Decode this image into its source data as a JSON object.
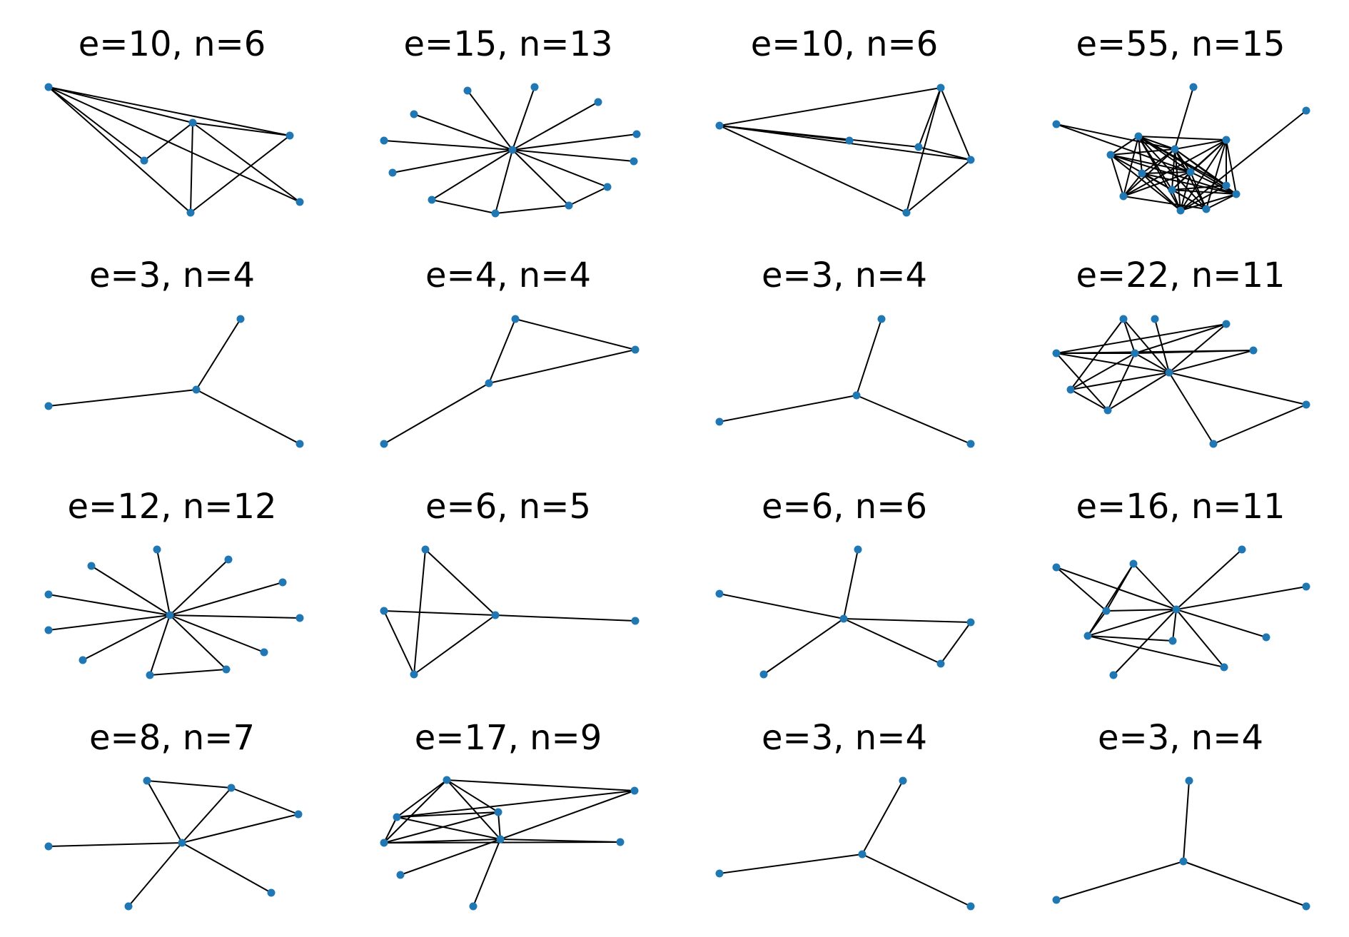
{
  "style": {
    "node_color": "#1f77b4",
    "edge_color": "#000000",
    "background": "#ffffff"
  },
  "panels": [
    {
      "title": "e=10, n=6",
      "nodes": [
        [
          0,
          0
        ],
        [
          1,
          0
        ],
        [
          2,
          0
        ],
        [
          3,
          0
        ],
        [
          4,
          0
        ],
        [
          5,
          0
        ]
      ],
      "edges": [
        [
          0,
          1
        ],
        [
          0,
          2
        ],
        [
          1,
          2
        ],
        [
          1,
          3
        ],
        [
          1,
          4
        ],
        [
          1,
          5
        ],
        [
          2,
          3
        ],
        [
          2,
          4
        ],
        [
          2,
          5
        ],
        [
          3,
          4
        ]
      ]
    },
    {
      "title": "e=15, n=13",
      "nodes": [
        [
          0,
          0
        ],
        [
          1,
          0
        ],
        [
          2,
          0
        ],
        [
          3,
          0
        ],
        [
          4,
          0
        ],
        [
          5,
          0
        ],
        [
          6,
          0
        ],
        [
          7,
          0
        ],
        [
          8,
          0
        ],
        [
          9,
          0
        ],
        [
          10,
          0
        ],
        [
          11,
          0
        ],
        [
          12,
          0
        ]
      ],
      "edges": [
        [
          0,
          1
        ],
        [
          0,
          2
        ],
        [
          0,
          3
        ],
        [
          0,
          4
        ],
        [
          0,
          5
        ],
        [
          0,
          6
        ],
        [
          0,
          7
        ],
        [
          0,
          8
        ],
        [
          0,
          9
        ],
        [
          0,
          10
        ],
        [
          0,
          11
        ],
        [
          0,
          12
        ],
        [
          8,
          9
        ],
        [
          9,
          10
        ],
        [
          10,
          11
        ]
      ]
    },
    {
      "title": "e=10, n=6",
      "nodes": [
        [
          0,
          0
        ],
        [
          1,
          0
        ],
        [
          2,
          0
        ],
        [
          3,
          0
        ],
        [
          4,
          0
        ],
        [
          5,
          0
        ]
      ],
      "edges": [
        [
          0,
          1
        ],
        [
          1,
          2
        ],
        [
          1,
          3
        ],
        [
          1,
          4
        ],
        [
          1,
          5
        ],
        [
          2,
          3
        ],
        [
          2,
          4
        ],
        [
          2,
          5
        ],
        [
          3,
          4
        ],
        [
          4,
          5
        ]
      ]
    },
    {
      "title": "e=55, n=15",
      "nodes": [
        [
          0,
          0
        ],
        [
          1,
          0
        ],
        [
          2,
          0
        ],
        [
          3,
          0
        ],
        [
          4,
          0
        ],
        [
          5,
          0
        ],
        [
          6,
          0
        ],
        [
          7,
          0
        ],
        [
          8,
          0
        ],
        [
          9,
          0
        ],
        [
          10,
          0
        ],
        [
          11,
          0
        ],
        [
          12,
          0
        ],
        [
          13,
          0
        ],
        [
          14,
          0
        ]
      ],
      "edges": [
        [
          0,
          1
        ],
        [
          0,
          2
        ],
        [
          0,
          3
        ],
        [
          0,
          4
        ],
        [
          0,
          5
        ],
        [
          0,
          6
        ],
        [
          0,
          7
        ],
        [
          0,
          8
        ],
        [
          0,
          9
        ],
        [
          0,
          10
        ],
        [
          0,
          11
        ],
        [
          0,
          12
        ],
        [
          0,
          13
        ],
        [
          1,
          2
        ],
        [
          1,
          3
        ],
        [
          1,
          4
        ],
        [
          1,
          5
        ],
        [
          1,
          6
        ],
        [
          1,
          7
        ],
        [
          1,
          8
        ],
        [
          1,
          9
        ],
        [
          1,
          10
        ],
        [
          1,
          11
        ],
        [
          2,
          3
        ],
        [
          2,
          5
        ],
        [
          2,
          6
        ],
        [
          2,
          7
        ],
        [
          2,
          8
        ],
        [
          2,
          9
        ],
        [
          2,
          10
        ],
        [
          2,
          11
        ],
        [
          2,
          12
        ],
        [
          3,
          4
        ],
        [
          3,
          5
        ],
        [
          3,
          7
        ],
        [
          3,
          9
        ],
        [
          3,
          10
        ],
        [
          3,
          11
        ],
        [
          4,
          5
        ],
        [
          4,
          9
        ],
        [
          5,
          6
        ],
        [
          5,
          8
        ],
        [
          5,
          9
        ],
        [
          5,
          11
        ],
        [
          5,
          14
        ],
        [
          6,
          7
        ],
        [
          6,
          10
        ],
        [
          6,
          11
        ],
        [
          7,
          8
        ],
        [
          7,
          10
        ],
        [
          8,
          9
        ],
        [
          8,
          11
        ],
        [
          9,
          10
        ],
        [
          9,
          11
        ],
        [
          10,
          11
        ]
      ]
    },
    {
      "title": "e=3, n=4",
      "nodes": [
        [
          0,
          0
        ],
        [
          1,
          0
        ],
        [
          2,
          0
        ],
        [
          3,
          0
        ]
      ],
      "edges": [
        [
          0,
          1
        ],
        [
          0,
          2
        ],
        [
          0,
          3
        ]
      ]
    },
    {
      "title": "e=4, n=4",
      "nodes": [
        [
          0,
          0
        ],
        [
          1,
          0
        ],
        [
          2,
          0
        ],
        [
          3,
          0
        ]
      ],
      "edges": [
        [
          0,
          1
        ],
        [
          0,
          2
        ],
        [
          0,
          3
        ],
        [
          1,
          2
        ]
      ]
    },
    {
      "title": "e=3, n=4",
      "nodes": [
        [
          0,
          0
        ],
        [
          1,
          0
        ],
        [
          2,
          0
        ],
        [
          3,
          0
        ]
      ],
      "edges": [
        [
          0,
          1
        ],
        [
          0,
          2
        ],
        [
          0,
          3
        ]
      ]
    },
    {
      "title": "e=22, n=11",
      "nodes": [
        [
          0,
          0
        ],
        [
          1,
          0
        ],
        [
          2,
          0
        ],
        [
          3,
          0
        ],
        [
          4,
          0
        ],
        [
          5,
          0
        ],
        [
          6,
          0
        ],
        [
          7,
          0
        ],
        [
          8,
          0
        ],
        [
          9,
          0
        ],
        [
          10,
          0
        ]
      ],
      "edges": [
        [
          0,
          1
        ],
        [
          0,
          2
        ],
        [
          0,
          3
        ],
        [
          0,
          4
        ],
        [
          0,
          5
        ],
        [
          0,
          6
        ],
        [
          0,
          7
        ],
        [
          0,
          8
        ],
        [
          0,
          9
        ],
        [
          0,
          10
        ],
        [
          1,
          2
        ],
        [
          1,
          3
        ],
        [
          1,
          4
        ],
        [
          1,
          5
        ],
        [
          1,
          6
        ],
        [
          1,
          7
        ],
        [
          2,
          5
        ],
        [
          3,
          4
        ],
        [
          3,
          6
        ],
        [
          3,
          7
        ],
        [
          5,
          6
        ],
        [
          8,
          9
        ]
      ]
    },
    {
      "title": "e=12, n=12",
      "nodes": [
        [
          0,
          0
        ],
        [
          1,
          0
        ],
        [
          2,
          0
        ],
        [
          3,
          0
        ],
        [
          4,
          0
        ],
        [
          5,
          0
        ],
        [
          6,
          0
        ],
        [
          7,
          0
        ],
        [
          8,
          0
        ],
        [
          9,
          0
        ],
        [
          10,
          0
        ],
        [
          11,
          0
        ]
      ],
      "edges": [
        [
          0,
          1
        ],
        [
          0,
          2
        ],
        [
          0,
          3
        ],
        [
          0,
          4
        ],
        [
          0,
          5
        ],
        [
          0,
          6
        ],
        [
          0,
          7
        ],
        [
          0,
          8
        ],
        [
          0,
          9
        ],
        [
          0,
          10
        ],
        [
          0,
          11
        ],
        [
          8,
          9
        ]
      ]
    },
    {
      "title": "e=6, n=5",
      "nodes": [
        [
          0,
          0
        ],
        [
          1,
          0
        ],
        [
          2,
          0
        ],
        [
          3,
          0
        ],
        [
          4,
          0
        ]
      ],
      "edges": [
        [
          0,
          1
        ],
        [
          0,
          2
        ],
        [
          0,
          3
        ],
        [
          0,
          4
        ],
        [
          1,
          3
        ],
        [
          2,
          3
        ]
      ]
    },
    {
      "title": "e=6, n=6",
      "nodes": [
        [
          0,
          0
        ],
        [
          1,
          0
        ],
        [
          2,
          0
        ],
        [
          3,
          0
        ],
        [
          4,
          0
        ],
        [
          5,
          0
        ]
      ],
      "edges": [
        [
          0,
          1
        ],
        [
          0,
          2
        ],
        [
          0,
          3
        ],
        [
          0,
          4
        ],
        [
          0,
          5
        ],
        [
          4,
          5
        ]
      ]
    },
    {
      "title": "e=16, n=11",
      "nodes": [
        [
          0,
          0
        ],
        [
          1,
          0
        ],
        [
          2,
          0
        ],
        [
          3,
          0
        ],
        [
          4,
          0
        ],
        [
          5,
          0
        ],
        [
          6,
          0
        ],
        [
          7,
          0
        ],
        [
          8,
          0
        ],
        [
          9,
          0
        ],
        [
          10,
          0
        ]
      ],
      "edges": [
        [
          0,
          1
        ],
        [
          0,
          2
        ],
        [
          0,
          3
        ],
        [
          0,
          4
        ],
        [
          0,
          5
        ],
        [
          0,
          6
        ],
        [
          0,
          7
        ],
        [
          0,
          8
        ],
        [
          0,
          9
        ],
        [
          0,
          10
        ],
        [
          1,
          2
        ],
        [
          1,
          4
        ],
        [
          1,
          9
        ],
        [
          2,
          4
        ],
        [
          4,
          5
        ],
        [
          4,
          7
        ]
      ]
    },
    {
      "title": "e=8, n=7",
      "nodes": [
        [
          0,
          0
        ],
        [
          1,
          0
        ],
        [
          2,
          0
        ],
        [
          3,
          0
        ],
        [
          4,
          0
        ],
        [
          5,
          0
        ],
        [
          6,
          0
        ]
      ],
      "edges": [
        [
          0,
          1
        ],
        [
          0,
          2
        ],
        [
          0,
          3
        ],
        [
          0,
          4
        ],
        [
          0,
          5
        ],
        [
          0,
          6
        ],
        [
          1,
          2
        ],
        [
          2,
          3
        ]
      ]
    },
    {
      "title": "e=17, n=9",
      "nodes": [
        [
          0,
          0
        ],
        [
          1,
          0
        ],
        [
          2,
          0
        ],
        [
          3,
          0
        ],
        [
          4,
          0
        ],
        [
          5,
          0
        ],
        [
          6,
          0
        ],
        [
          7,
          0
        ],
        [
          8,
          0
        ]
      ],
      "edges": [
        [
          0,
          1
        ],
        [
          0,
          2
        ],
        [
          0,
          3
        ],
        [
          0,
          4
        ],
        [
          0,
          5
        ],
        [
          0,
          6
        ],
        [
          0,
          7
        ],
        [
          0,
          8
        ],
        [
          1,
          2
        ],
        [
          1,
          3
        ],
        [
          1,
          4
        ],
        [
          1,
          5
        ],
        [
          2,
          3
        ],
        [
          2,
          4
        ],
        [
          2,
          5
        ],
        [
          3,
          4
        ],
        [
          4,
          6
        ]
      ]
    },
    {
      "title": "e=3, n=4",
      "nodes": [
        [
          0,
          0
        ],
        [
          1,
          0
        ],
        [
          2,
          0
        ],
        [
          3,
          0
        ]
      ],
      "edges": [
        [
          0,
          1
        ],
        [
          0,
          2
        ],
        [
          0,
          3
        ]
      ]
    },
    {
      "title": "e=3, n=4",
      "nodes": [
        [
          0,
          0
        ],
        [
          1,
          0
        ],
        [
          2,
          0
        ],
        [
          3,
          0
        ]
      ],
      "edges": [
        [
          0,
          1
        ],
        [
          0,
          2
        ],
        [
          0,
          3
        ]
      ]
    }
  ]
}
